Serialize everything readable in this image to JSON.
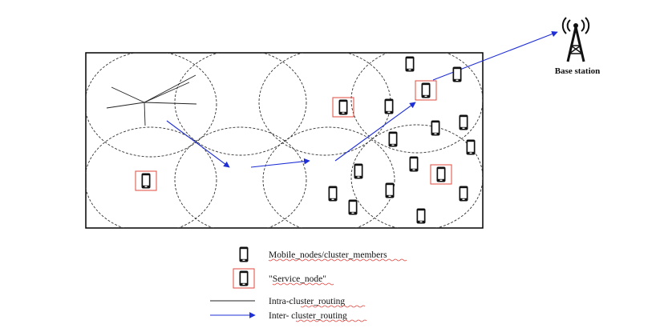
{
  "base_station": {
    "label": "Base station",
    "icon": "cell-tower-icon"
  },
  "legend": {
    "mobile_node": "Mobile_nodes/cluster_members",
    "service_node": "\"Service_node\"",
    "intra_routing": "Intra-cluster_routing",
    "inter_routing": "Inter- cluster_routing"
  },
  "colors": {
    "inter_cluster_arrow": "#1f2fd6",
    "service_node_box": "#e04a3e",
    "intra_cluster_line": "#222222",
    "cluster_boundary": "#333333"
  },
  "icons": {
    "mobile_node": "mobile-phone-icon",
    "service_node": "service-node-phone-icon"
  }
}
